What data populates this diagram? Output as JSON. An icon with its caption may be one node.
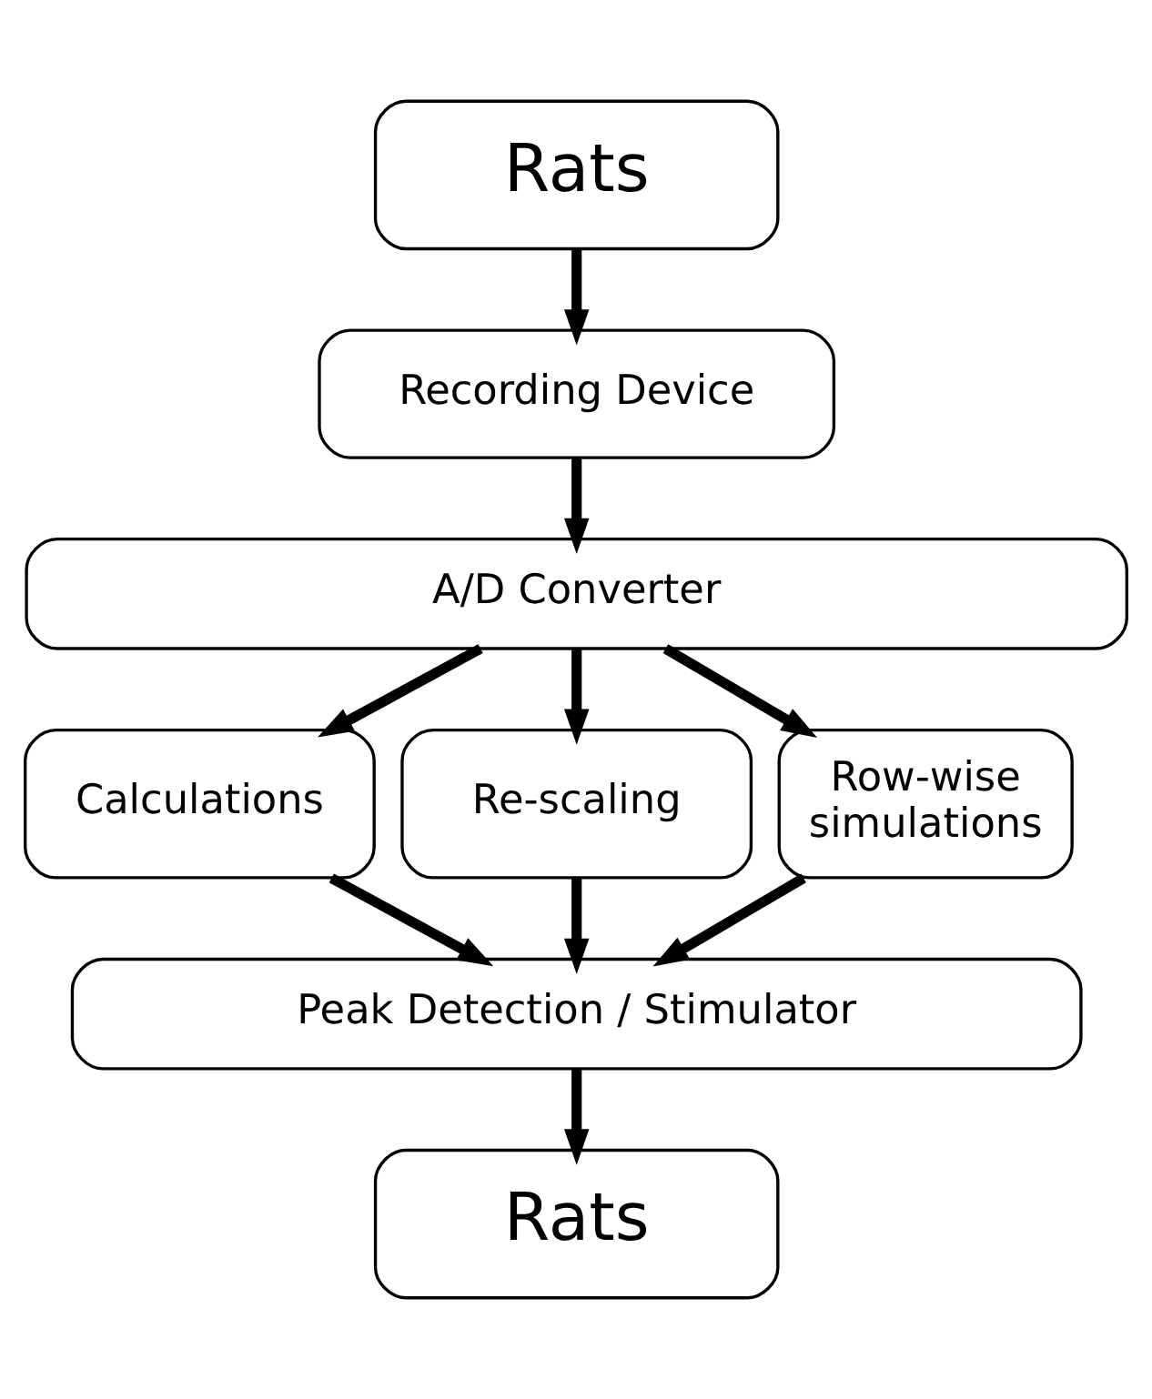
{
  "diagram": {
    "nodes": [
      {
        "text": [
          "Rats"
        ]
      },
      {
        "text": [
          "Recording Device"
        ]
      },
      {
        "text": [
          "A/D Converter"
        ]
      },
      {
        "text": [
          "Calculations"
        ]
      },
      {
        "text": [
          "Re-scaling"
        ]
      },
      {
        "text": [
          "Row-wise simulations"
        ]
      },
      {
        "text": [
          "Peak Detection / Stimulator"
        ]
      },
      {
        "text": [
          "Rats"
        ]
      }
    ],
    "edges": [
      {
        "from": 0,
        "to": 1,
        "arrow": "to"
      },
      {
        "from": 1,
        "to": 2,
        "arrow": "to"
      },
      {
        "from": 2,
        "to": 3,
        "arrow": "to"
      },
      {
        "from": 2,
        "to": 4,
        "arrow": "to"
      },
      {
        "from": 2,
        "to": 5,
        "arrow": "to"
      },
      {
        "from": 3,
        "to": 6,
        "arrow": "to"
      },
      {
        "from": 4,
        "to": 6,
        "arrow": "to"
      },
      {
        "from": 5,
        "to": 6,
        "arrow": "to"
      },
      {
        "from": 6,
        "to": 7,
        "arrow": "to"
      }
    ]
  }
}
